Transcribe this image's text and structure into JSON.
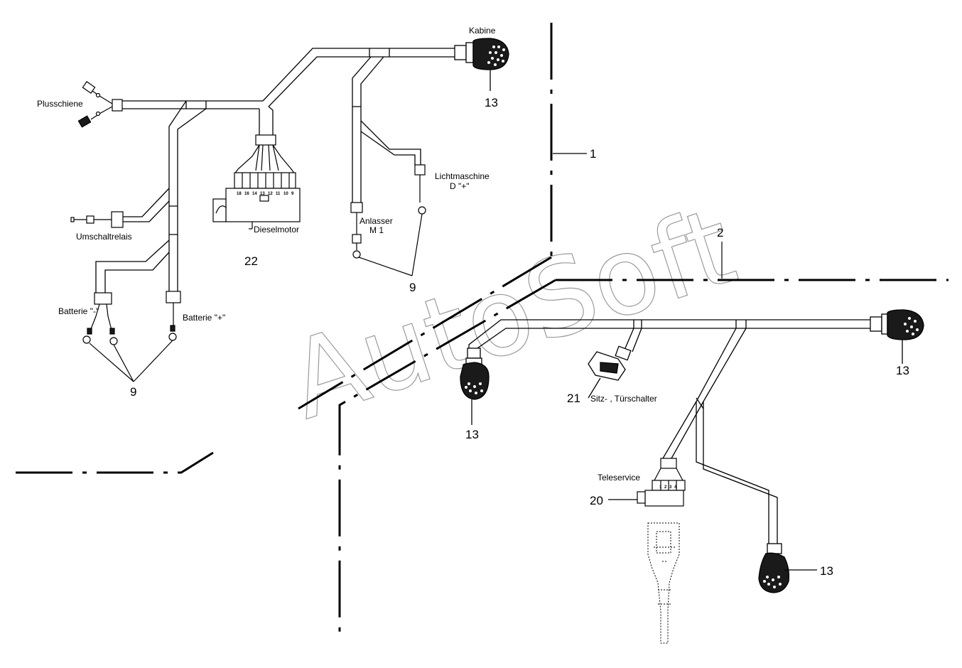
{
  "watermark": "AutoSoft",
  "labels": {
    "kabine": "Kabine",
    "plusschiene": "Plusschiene",
    "lichtmaschine": "Lichtmaschine",
    "lichtmaschine_d": "D \"+\"",
    "umschaltrelais": "Umschaltrelais",
    "dieselmotor": "Dieselmotor",
    "anlasser": "Anlasser",
    "anlasser_m": "M 1",
    "batterie_minus": "Batterie \"-\"",
    "batterie_plus": "Batterie \"+\"",
    "sitz_tuerschalter": "Sitz- , Türschalter",
    "teleservice": "Teleservice"
  },
  "numbers": {
    "n13_kabine": "13",
    "n1": "1",
    "n2": "2",
    "n22": "22",
    "n9_anlasser": "9",
    "n9_batterie": "9",
    "n13_left": "13",
    "n21": "21",
    "n13_right": "13",
    "n20": "20",
    "n13_bottom": "13"
  },
  "pins": {
    "dieselmotor": [
      "18",
      "16",
      "14",
      "13",
      "12",
      "11",
      "10",
      "9"
    ],
    "teleservice": [
      "1",
      "2",
      "3",
      "4"
    ]
  }
}
